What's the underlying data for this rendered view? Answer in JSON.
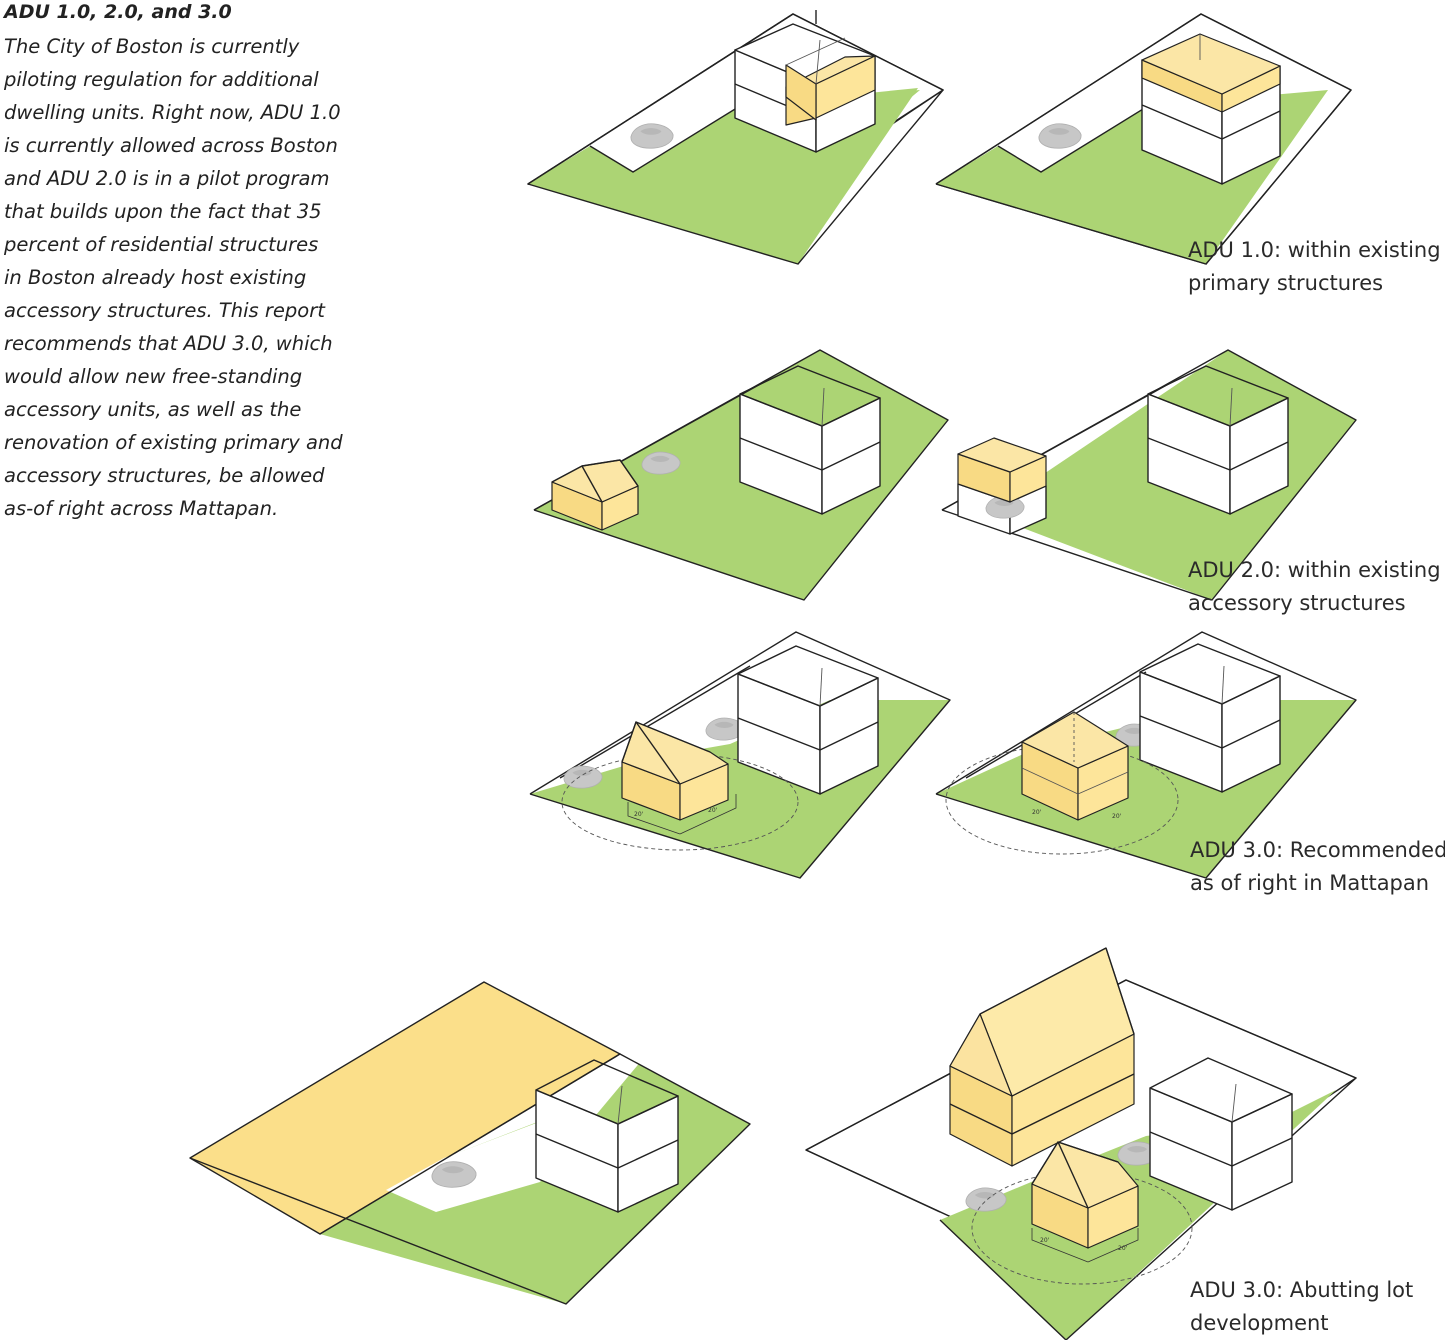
{
  "intro": {
    "title": "ADU 1.0, 2.0, and 3.0",
    "lines": [
      "The City of Boston is currently",
      "piloting regulation for additional",
      "dwelling units. Right now, ADU 1.0",
      "is currently allowed across Boston",
      "and ADU 2.0 is in a pilot program",
      "that builds upon the fact that 35",
      "percent of residential structures",
      "in Boston already host existing",
      "accessory structures. This report",
      "recommends that ADU 3.0, which",
      "would allow new free-standing",
      "accessory units, as well as the",
      "renovation of existing primary and",
      "accessory structures, be allowed",
      "as-of right across Mattapan."
    ]
  },
  "captions": {
    "adu1": [
      "ADU 1.0: within existing",
      "primary structures"
    ],
    "adu2": [
      "ADU 2.0: within existing",
      "accessory structures"
    ],
    "adu3": [
      "ADU 3.0: Recommended",
      "as of right in Mattapan"
    ],
    "adu3_abutting": [
      "ADU 3.0: Abutting lot",
      "development"
    ]
  },
  "dimension_labels": [
    "20'",
    "20'"
  ],
  "colors": {
    "grass": "#acd474",
    "highlight": "#f8da84",
    "car": "#c7c7c7",
    "outline": "#222222"
  }
}
